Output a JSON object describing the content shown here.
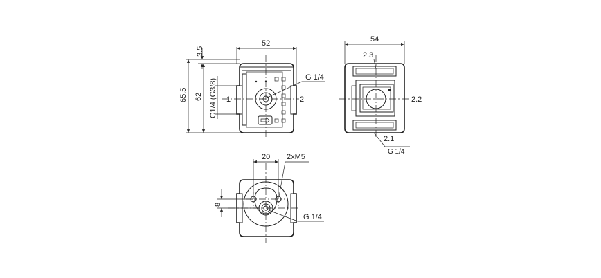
{
  "front_view": {
    "width_dim": "52",
    "top_offset_dim": "3.5",
    "overall_height_dim": "65.5",
    "body_height_dim": "62",
    "port_size_dim": "G1/4 (G3/8)",
    "port_in": "1",
    "port_out": "2",
    "gauge_port": "G 1/4"
  },
  "side_view": {
    "width_dim": "54",
    "port_top": "2.3",
    "port_right": "2.2",
    "port_bottom": "2.1",
    "port_bottom_size": "G 1/4"
  },
  "bottom_view": {
    "hole_spacing_dim": "20",
    "hole_callout": "2xM5",
    "offset_dim": "8",
    "port_size": "G 1/4"
  }
}
